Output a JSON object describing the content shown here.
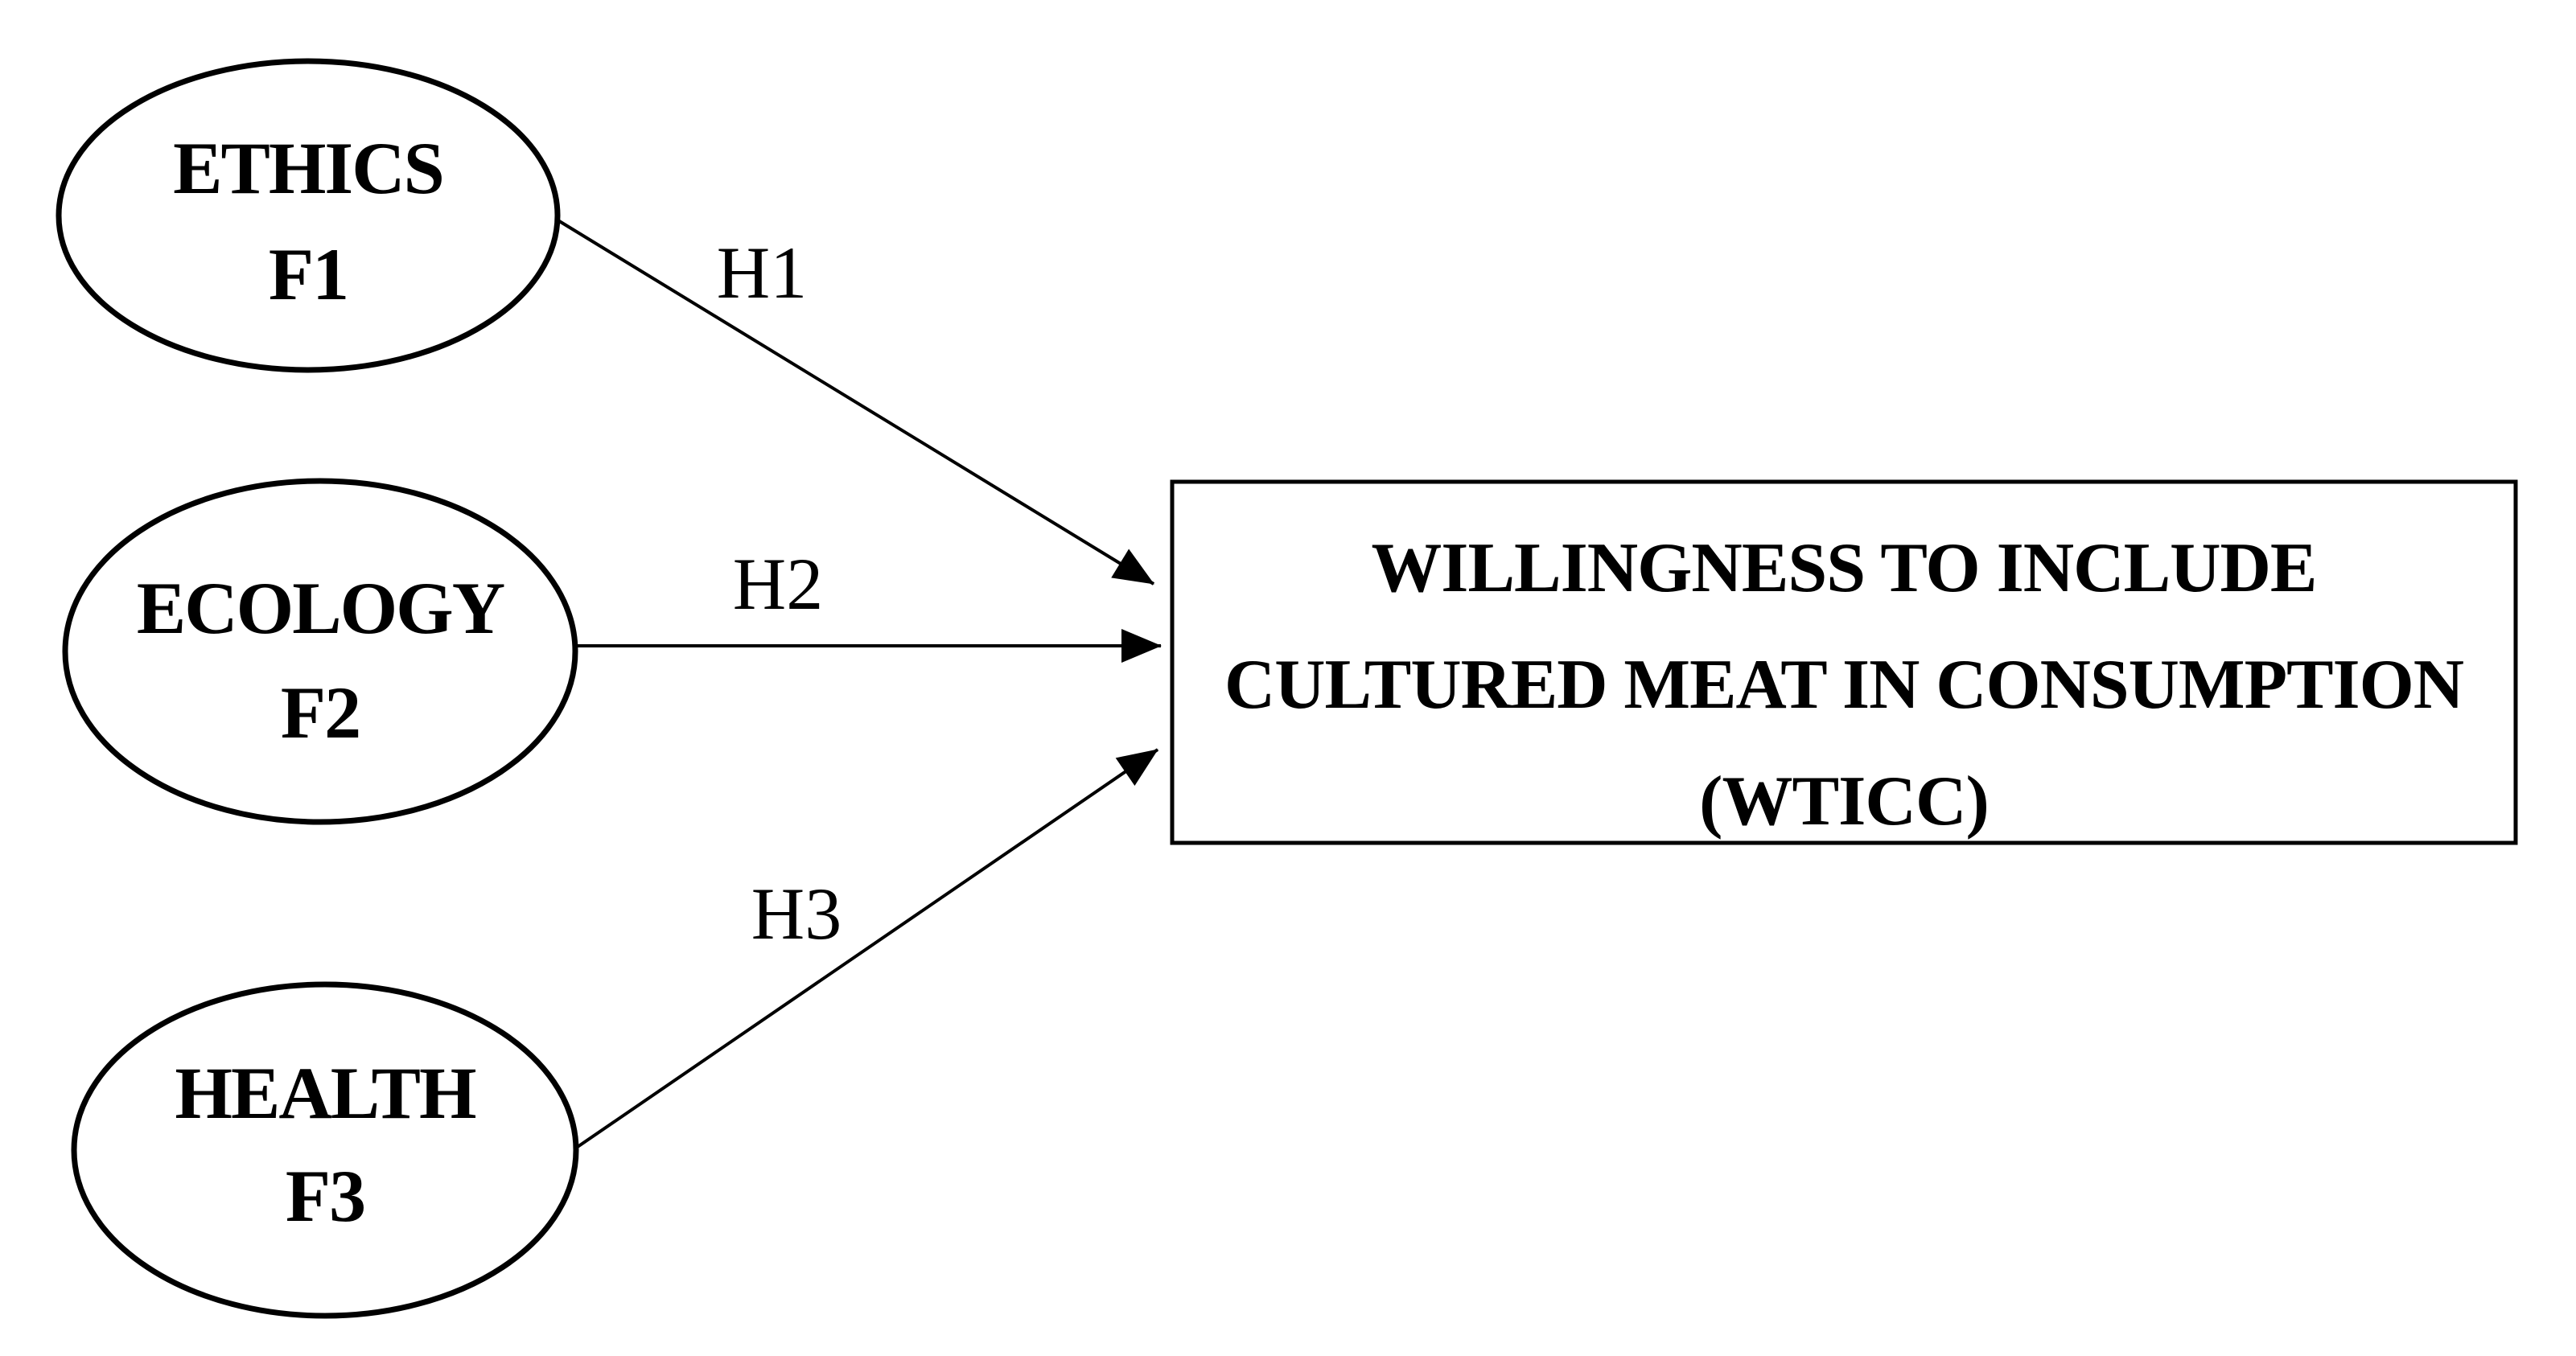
{
  "figure": {
    "type": "path-diagram",
    "colors": {
      "ink": "#000000",
      "background": "#ffffff"
    },
    "nodes": [
      {
        "shape": "ellipse",
        "label": "ETHICS",
        "factor": "F1"
      },
      {
        "shape": "ellipse",
        "label": "ECOLOGY",
        "factor": "F2"
      },
      {
        "shape": "ellipse",
        "label": "HEALTH",
        "factor": "F3"
      }
    ],
    "outcome": {
      "shape": "rectangle",
      "lines": [
        "WILLINGNESS TO INCLUDE",
        "CULTURED MEAT IN CONSUMPTION",
        "(WTICC)"
      ]
    },
    "hypotheses": [
      {
        "label": "H1",
        "from": "F1",
        "to": "WTICC"
      },
      {
        "label": "H2",
        "from": "F2",
        "to": "WTICC"
      },
      {
        "label": "H3",
        "from": "F3",
        "to": "WTICC"
      }
    ]
  }
}
